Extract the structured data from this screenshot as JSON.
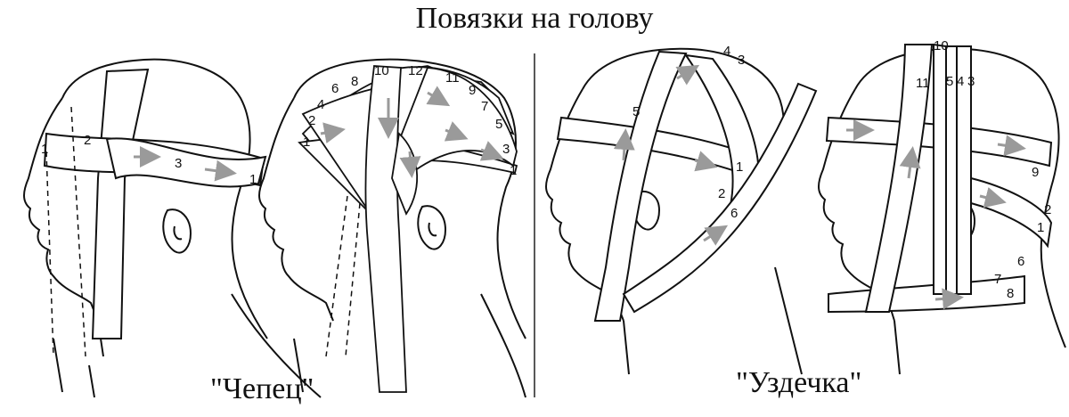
{
  "title": "Повязки на голову",
  "captions": {
    "left": "\"Чепец\"",
    "right": "\"Уздечка\""
  },
  "panel1": {
    "labels": [
      "1",
      "2",
      "3",
      "1"
    ]
  },
  "panel2": {
    "labels": [
      "1",
      "2",
      "4",
      "6",
      "8",
      "10",
      "12",
      "11",
      "9",
      "7",
      "5",
      "3",
      "1"
    ]
  },
  "panel3": {
    "labels": [
      "4",
      "3",
      "5",
      "1",
      "2",
      "6"
    ]
  },
  "panel4": {
    "labels": [
      "10",
      "11",
      "5",
      "4",
      "3",
      "9",
      "2",
      "1",
      "6",
      "7",
      "8"
    ]
  },
  "colors": {
    "ink": "#111111",
    "bandage": "#ffffff",
    "arrow": "#9a9a9a"
  }
}
